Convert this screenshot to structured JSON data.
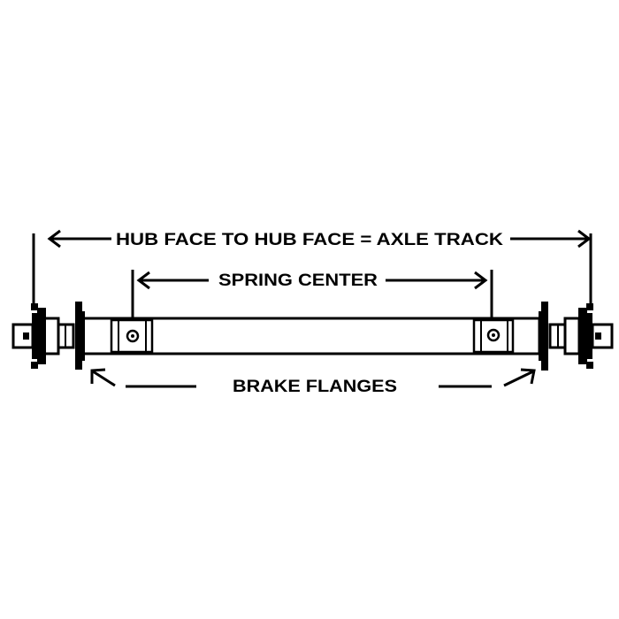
{
  "labels": {
    "axle_track": "HUB FACE TO HUB FACE = AXLE TRACK",
    "spring_center": "SPRING CENTER",
    "brake_flanges": "BRAKE FLANGES"
  },
  "colors": {
    "line": "#000000",
    "background": "#ffffff"
  }
}
